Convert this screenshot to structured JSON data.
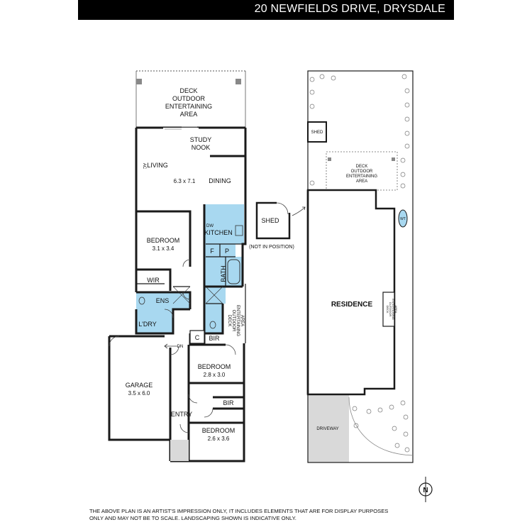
{
  "header": {
    "title": "20 NEWFIELDS DRIVE, DRYSDALE"
  },
  "colors": {
    "wet_area": "#a8d8f0",
    "driveway": "#d9d9d9",
    "wall": "#1a1a1a",
    "header_bg": "#000000"
  },
  "floor_plan": {
    "deck_outdoor": [
      "DECK",
      "OUTDOOR",
      "ENTERTAINING",
      "AREA"
    ],
    "study_nook": [
      "STUDY",
      "NOOK"
    ],
    "living": "LIVING",
    "living_size": "6.3 x 7.1",
    "dining": "DINING",
    "ac": "AC",
    "dw": "DW",
    "kitchen": "KITCHEN",
    "f": "F",
    "p": "P",
    "bath": "BATH",
    "bedroom1": "BEDROOM",
    "bedroom1_size": "3.1 x 3.4",
    "wir": "WIR",
    "ens": "ENS",
    "ldry": "L'DRY",
    "side_deck": [
      "DECK",
      "OUTDOOR",
      "ENTERTAINING",
      "AREA"
    ],
    "c": "C",
    "bir1": "BIR",
    "dn": "DN",
    "garage": "GARAGE",
    "garage_size": "3.5 x 6.0",
    "bedroom2": "BEDROOM",
    "bedroom2_size": "2.8 x 3.0",
    "bir2": "BIR",
    "entry": "ENTRY",
    "bedroom3": "BEDROOM",
    "bedroom3_size": "2.6 x 3.6"
  },
  "shed_plan": {
    "shed": "SHED",
    "note": "(NOT IN POSITION)"
  },
  "site_plan": {
    "shed": "SHED",
    "deck": [
      "DECK",
      "OUTDOOR",
      "ENTERTAINING",
      "AREA"
    ],
    "wt": "WT",
    "residence": "RESIDENCE",
    "side_deck": [
      "DECK",
      "OUTDOOR",
      "ENTERTAINING",
      "AREA"
    ],
    "driveway": "DRIVEWAY"
  },
  "compass": {
    "label": "N",
    "icon": "north-arrow-icon"
  },
  "disclaimer": {
    "line1": "THE ABOVE PLAN IS AN ARTIST'S IMPRESSION ONLY, IT INCLUDES ELEMENTS THAT ARE FOR DISPLAY PURPOSES",
    "line2": "ONLY AND MAY NOT BE TO SCALE. LANDSCAPING SHOWN IS INDICATIVE ONLY."
  }
}
